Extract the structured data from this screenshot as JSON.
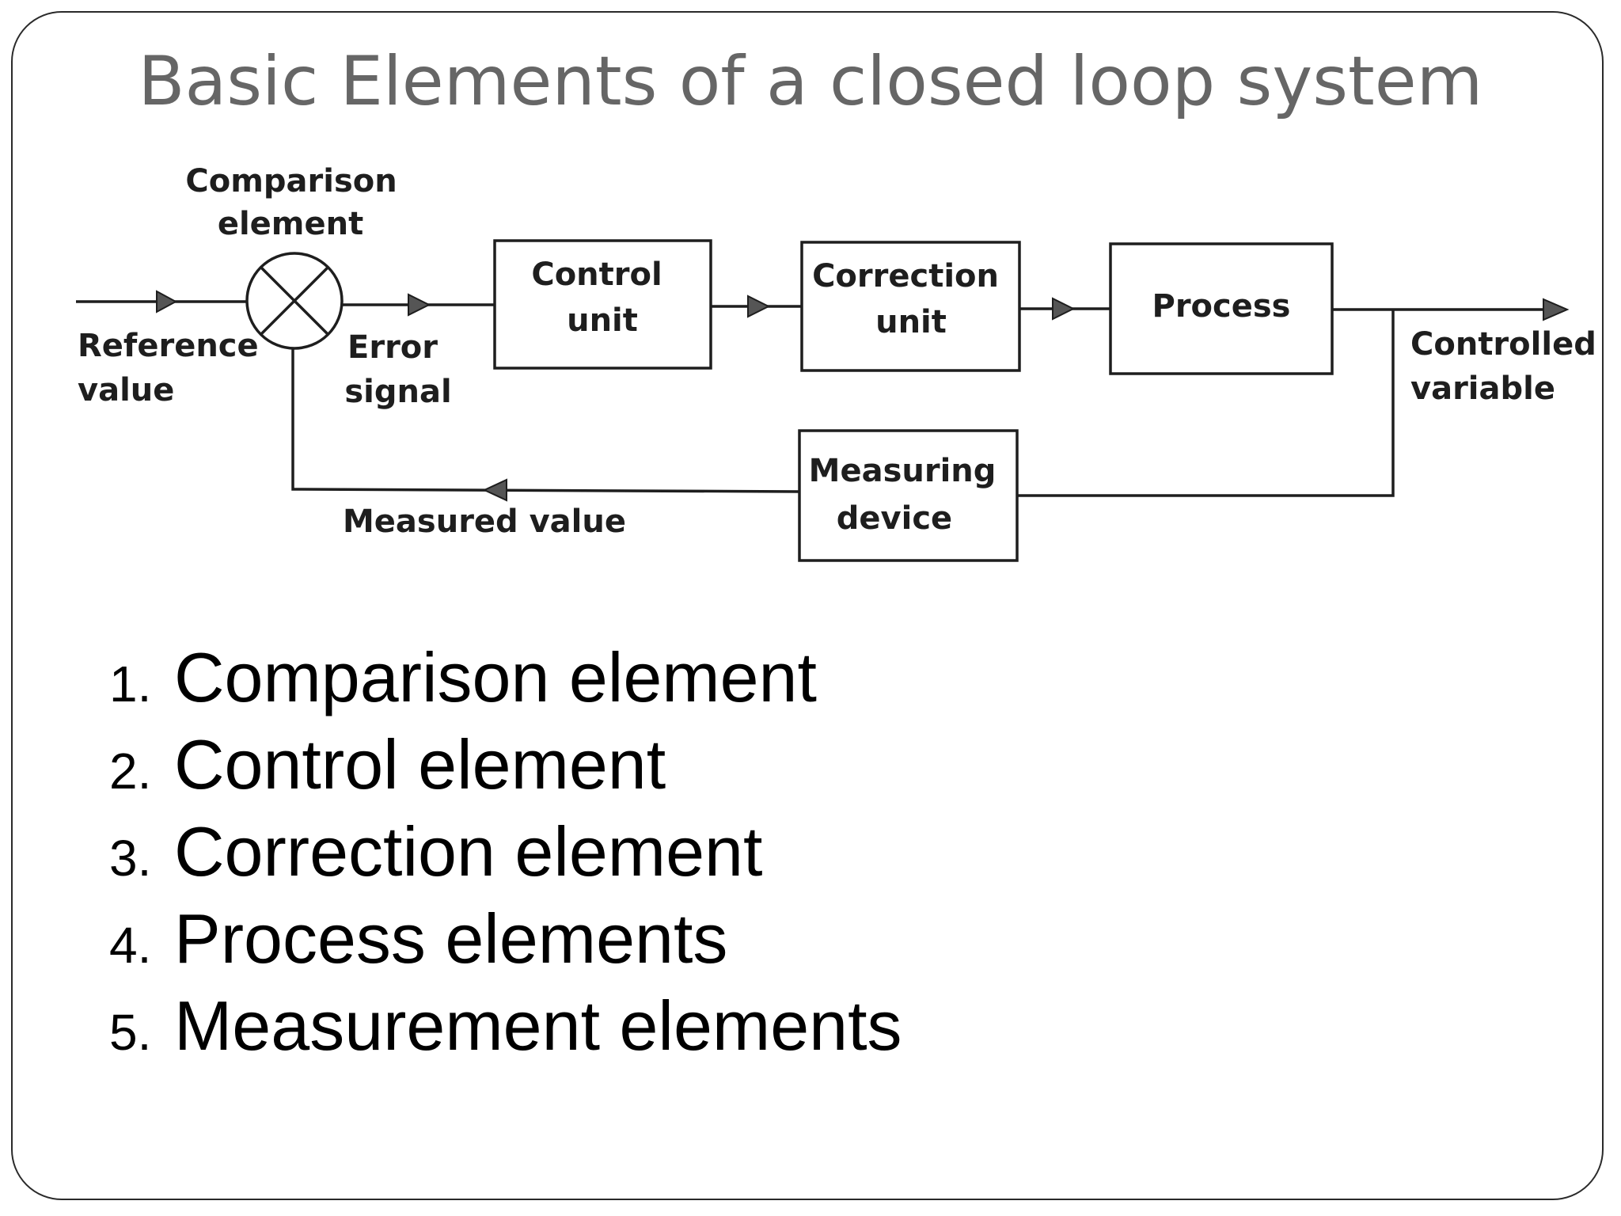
{
  "title": "Basic Elements of a closed loop system",
  "diagram": {
    "comparison_label": [
      "Comparison",
      "element"
    ],
    "reference_label": [
      "Reference",
      "value"
    ],
    "error_label": [
      "Error",
      "signal"
    ],
    "control_unit_label": [
      "Control",
      "unit"
    ],
    "correction_unit_label": [
      "Correction",
      "unit"
    ],
    "process_label": [
      "Process"
    ],
    "controlled_label": [
      "Controlled",
      "variable"
    ],
    "measuring_label": [
      "Measuring",
      "device"
    ],
    "measured_label": [
      "Measured value"
    ]
  },
  "list": [
    {
      "num": "1.",
      "label": "Comparison element"
    },
    {
      "num": "2.",
      "label": "Control element"
    },
    {
      "num": "3.",
      "label": "Correction element"
    },
    {
      "num": "4.",
      "label": "Process elements"
    },
    {
      "num": "5.",
      "label": "Measurement elements"
    }
  ],
  "colors": {
    "title": "#666666",
    "text": "#000000",
    "diagram_ink": "#1e1e1e"
  }
}
